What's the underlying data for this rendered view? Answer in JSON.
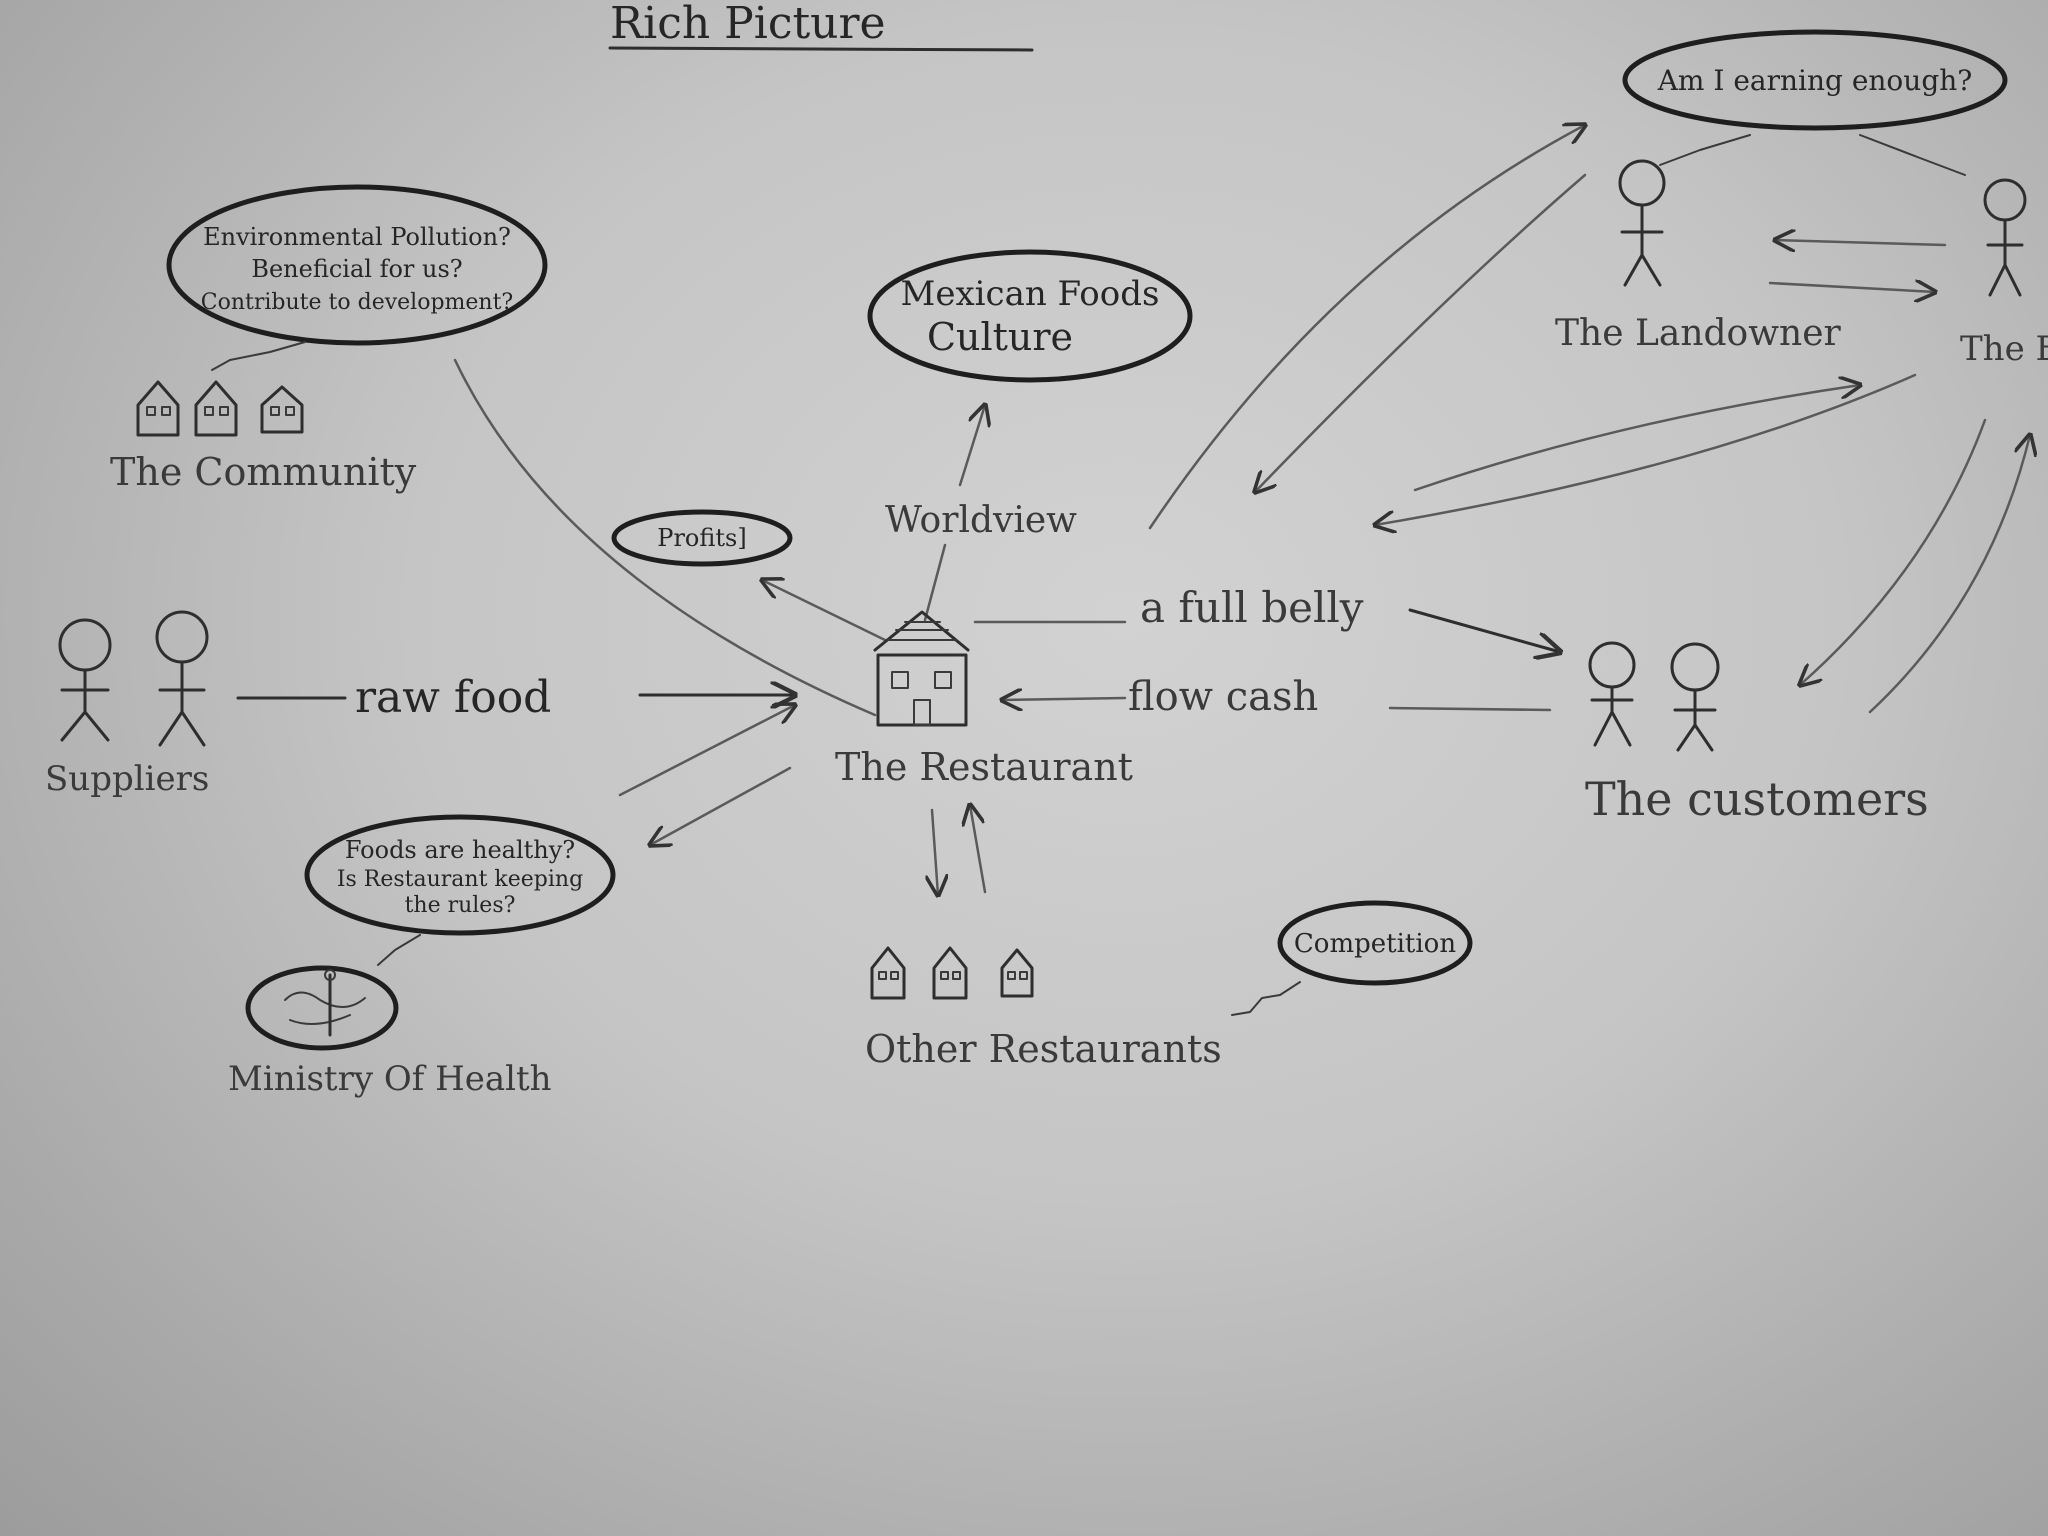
{
  "title": "Rich Picture",
  "bubbles": {
    "community": [
      "Environmental Pollution?",
      "Beneficial for us?",
      "Contribute to development?"
    ],
    "culture": [
      "Mexican Foods",
      "Culture"
    ],
    "earning": "Am I earning enough?",
    "profits": "Profits]",
    "health": [
      "Foods are healthy?",
      "Is Restaurant keeping",
      "the rules?"
    ],
    "competition": "Competition"
  },
  "labels": {
    "community": "The Community",
    "worldview": "Worldview",
    "landowner": "The Landowner",
    "cut_off": "The E",
    "suppliers": "Suppliers",
    "raw_food": "raw food",
    "full_belly": "a full belly",
    "flow_cash": "flow cash",
    "restaurant": "The Restaurant",
    "customers": "The customers",
    "ministry": "Ministry Of Health",
    "other_restaurants": "Other Restaurants"
  },
  "colors": {
    "ink": "#2e2e2e",
    "paper": "#c8c8c8"
  }
}
